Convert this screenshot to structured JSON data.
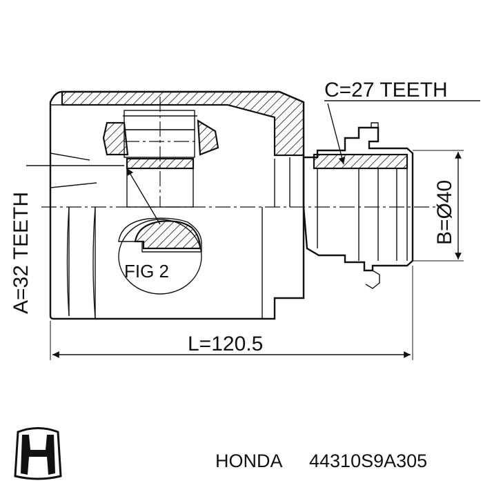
{
  "labels": {
    "c_teeth": "C=27 TEETH",
    "b_diameter": "B=Ø40",
    "a_teeth": "A=32 TEETH",
    "fig": "FIG 2",
    "length": "L=120.5"
  },
  "footer": {
    "brand": "HONDA",
    "part_number": "44310S9A305"
  },
  "icons": {
    "logo": "honda-h-logo"
  }
}
